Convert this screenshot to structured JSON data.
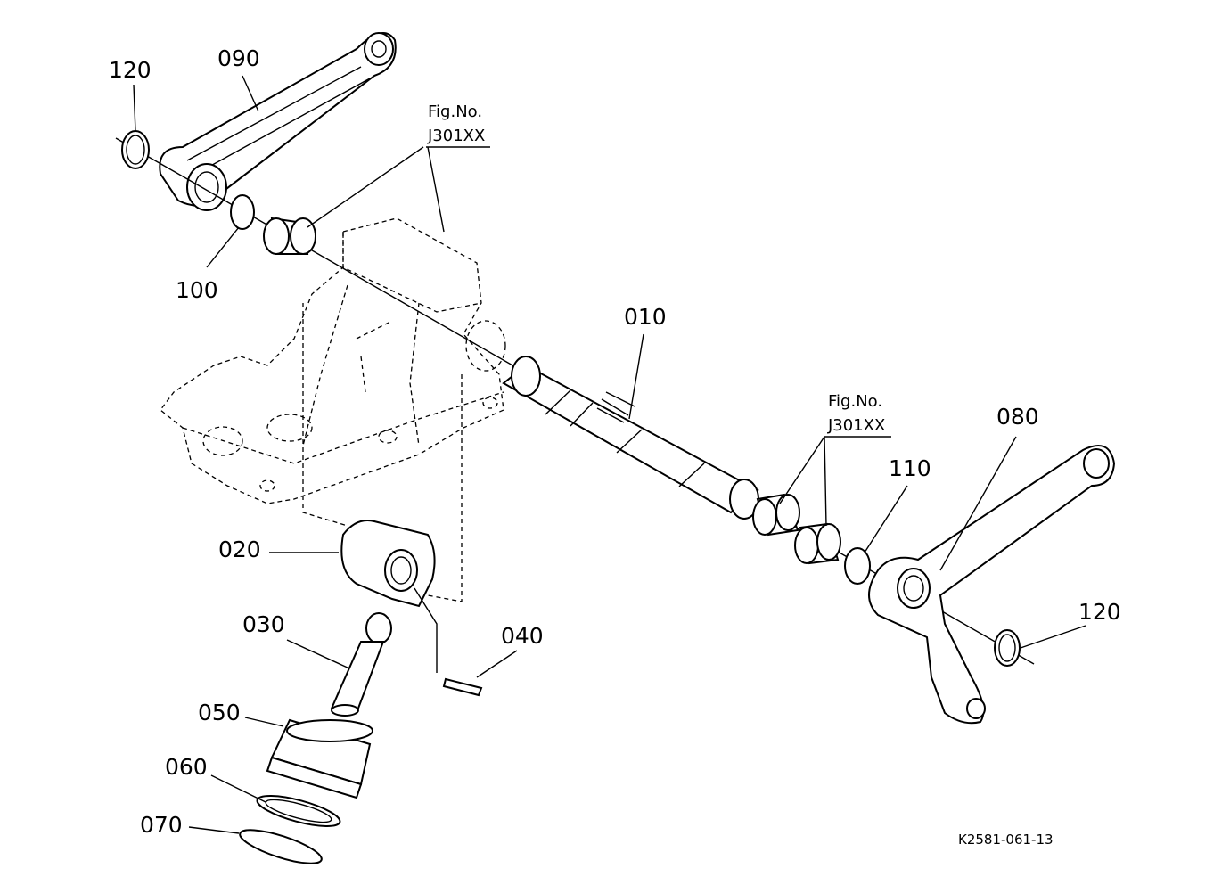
{
  "labels": {
    "p010": "010",
    "p020": "020",
    "p030": "030",
    "p040": "040",
    "p050": "050",
    "p060": "060",
    "p070": "070",
    "p080": "080",
    "p090": "090",
    "p100": "100",
    "p110": "110",
    "p120a": "120",
    "p120b": "120"
  },
  "references": {
    "ref1_line1": "Fig.No.",
    "ref1_line2": "J301XX",
    "ref2_line1": "Fig.No.",
    "ref2_line2": "J301XX"
  },
  "drawing_code": "K2581-061-13"
}
